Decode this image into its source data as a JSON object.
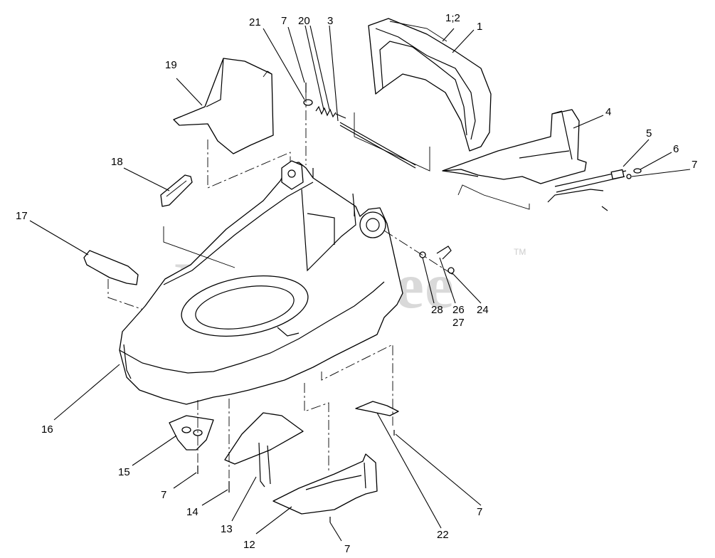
{
  "watermark": {
    "text": "PartsTree",
    "trademark": "TM"
  },
  "callouts": {
    "c1_2": "1;2",
    "c1": "1",
    "c3": "3",
    "c4": "4",
    "c5": "5",
    "c6": "6",
    "c7_top": "7",
    "c7_right": "7",
    "c7_left_bottom": "7",
    "c7_bottom": "7",
    "c7_right_bottom": "7",
    "c12": "12",
    "c13": "13",
    "c14": "14",
    "c15": "15",
    "c16": "16",
    "c17": "17",
    "c18": "18",
    "c19": "19",
    "c20": "20",
    "c21": "21",
    "c22": "22",
    "c24": "24",
    "c26": "26",
    "c27": "27",
    "c28": "28"
  }
}
